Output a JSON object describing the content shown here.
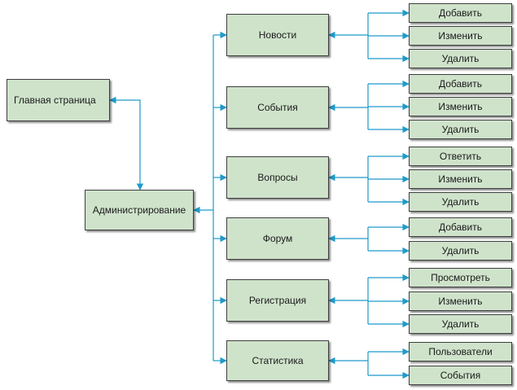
{
  "diagram": {
    "home": "Главная страница",
    "admin": "Администрирование",
    "sections": [
      {
        "label": "Новости",
        "actions": [
          "Добавить",
          "Изменить",
          "Удалить"
        ]
      },
      {
        "label": "События",
        "actions": [
          "Добавить",
          "Изменить",
          "Удалить"
        ]
      },
      {
        "label": "Вопросы",
        "actions": [
          "Ответить",
          "Изменить",
          "Удалить"
        ]
      },
      {
        "label": "Форум",
        "actions": [
          "Добавить",
          "Удалить"
        ]
      },
      {
        "label": "Регистрация",
        "actions": [
          "Просмотреть",
          "Изменить",
          "Удалить"
        ]
      },
      {
        "label": "Статистика",
        "actions": [
          "Пользователи",
          "События"
        ]
      }
    ],
    "connector_color": "#1f9ac9",
    "box_fill": "#cfe3cb"
  }
}
